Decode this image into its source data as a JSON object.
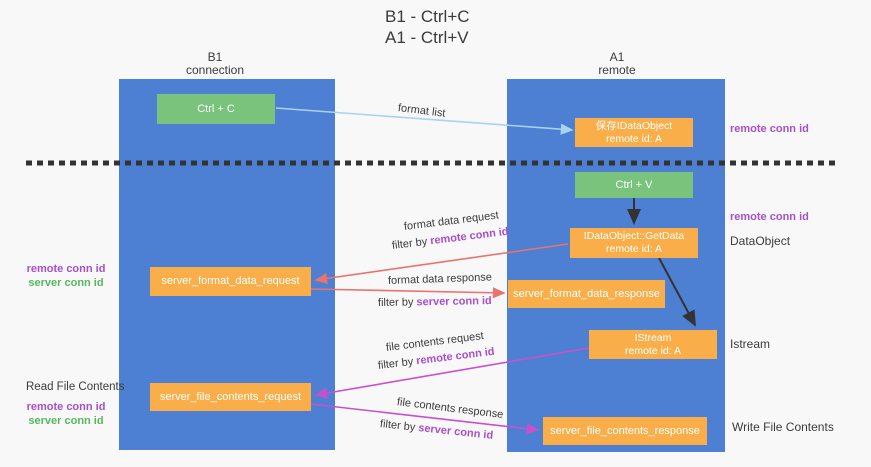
{
  "title": {
    "line1": "B1 - Ctrl+C",
    "line2": "A1 - Ctrl+V"
  },
  "participants": {
    "left": {
      "name": "B1",
      "role": "connection"
    },
    "right": {
      "name": "A1",
      "role": "remote"
    }
  },
  "nodes": {
    "ctrl_c": {
      "label": "Ctrl + C"
    },
    "save_idataobject": {
      "line1": "保存IDataObject",
      "line2": "remote id: A"
    },
    "ctrl_v": {
      "label": "Ctrl + V"
    },
    "idataobject_getdata": {
      "line1": "IDataObject::GetData",
      "line2": "remote id: A"
    },
    "server_format_data_request": {
      "label": "server_format_data_request"
    },
    "server_format_data_response": {
      "label": "server_format_data_response"
    },
    "istream": {
      "line1": "IStream",
      "line2": "remote id: A"
    },
    "server_file_contents_request": {
      "label": "server_file_contents_request"
    },
    "server_file_contents_response": {
      "label": "server_file_contents_response"
    }
  },
  "flow_labels": {
    "format_list": "format list",
    "format_data_request": "format data request",
    "format_data_response": "format data response",
    "file_contents_request": "file contents request",
    "file_contents_response": "file contents response",
    "filter_by": "filter by ",
    "remote_conn_id": "remote conn id",
    "server_conn_id": "server conn id"
  },
  "side_labels": {
    "remote_conn_id": "remote conn id",
    "server_conn_id": "server conn id",
    "dataobject": "DataObject",
    "istream": "Istream",
    "read_file_contents": "Read File Contents",
    "write_file_contents": "Write File Contents"
  },
  "colors": {
    "background": "#f8f8f9",
    "lifeline_blue": "#4d80d3",
    "action_green": "#79c37d",
    "message_orange": "#f9ae49",
    "conn_id_purple": "#a750c7",
    "conn_id_green": "#57b75f",
    "arrow_salmon": "#e8736f",
    "arrow_magenta": "#ca50ca",
    "arrow_light_blue": "#a9d2f0",
    "arrow_black": "#333333"
  }
}
